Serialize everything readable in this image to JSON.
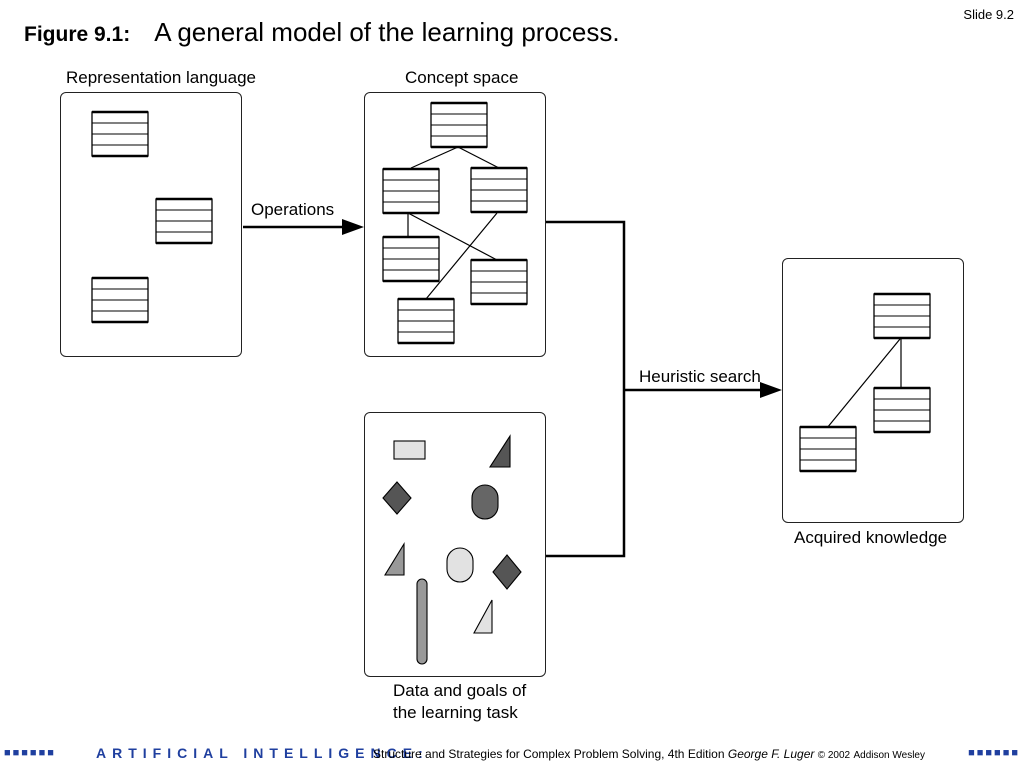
{
  "slide": {
    "number": "Slide 9.2"
  },
  "title": {
    "figure": "Figure 9.1:",
    "text": "A general model of the learning process."
  },
  "labels": {
    "representation_language": "Representation language",
    "concept_space": "Concept space",
    "operations": "Operations",
    "heuristic_search": "Heuristic search",
    "acquired_knowledge": "Acquired knowledge",
    "data_goals_line1": "Data and goals of",
    "data_goals_line2": "the learning task"
  },
  "footer": {
    "squares": "■■■■■■",
    "ai": "ARTIFICIAL INTELLIGENCE:",
    "book": "Structure and Strategies for Complex Problem Solving, 4th Edition",
    "author": "George F. Luger",
    "copyright": "© 2002",
    "publisher": "Addison Wesley"
  },
  "colors": {
    "footer_accent": "#1f3f9f",
    "shape_dark": "#555555",
    "shape_mid": "#999999",
    "shape_light": "#e2e2e2"
  },
  "icons": [
    "record-icon",
    "arrow-icon",
    "triangle-icon",
    "diamond-icon",
    "oval-icon",
    "rectangle-icon",
    "bar-icon"
  ]
}
